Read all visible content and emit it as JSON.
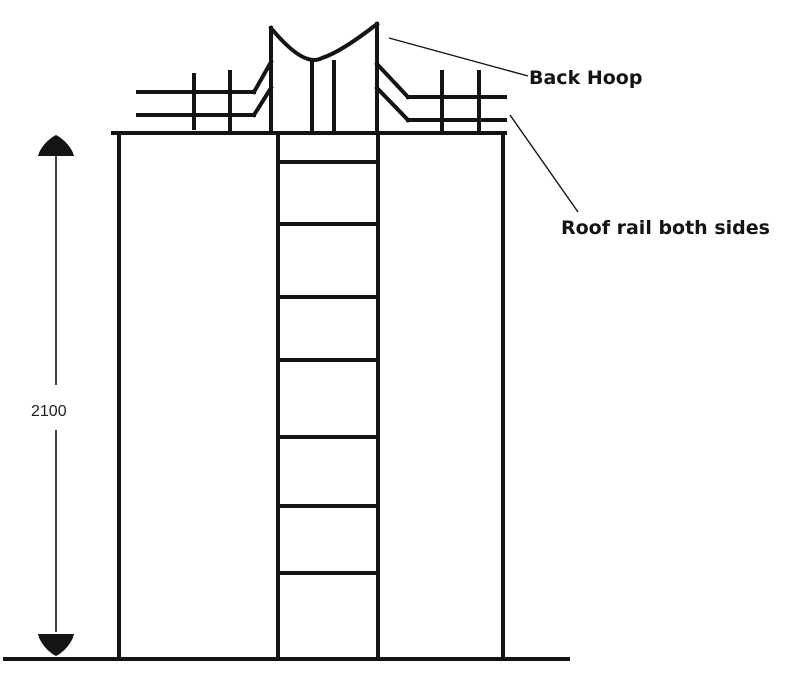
{
  "labels": {
    "back_hoop": "Back Hoop",
    "roof_rail": "Roof rail both sides"
  },
  "dimension": {
    "height_value": "2100"
  },
  "ladder": {
    "rung_count": 7
  }
}
